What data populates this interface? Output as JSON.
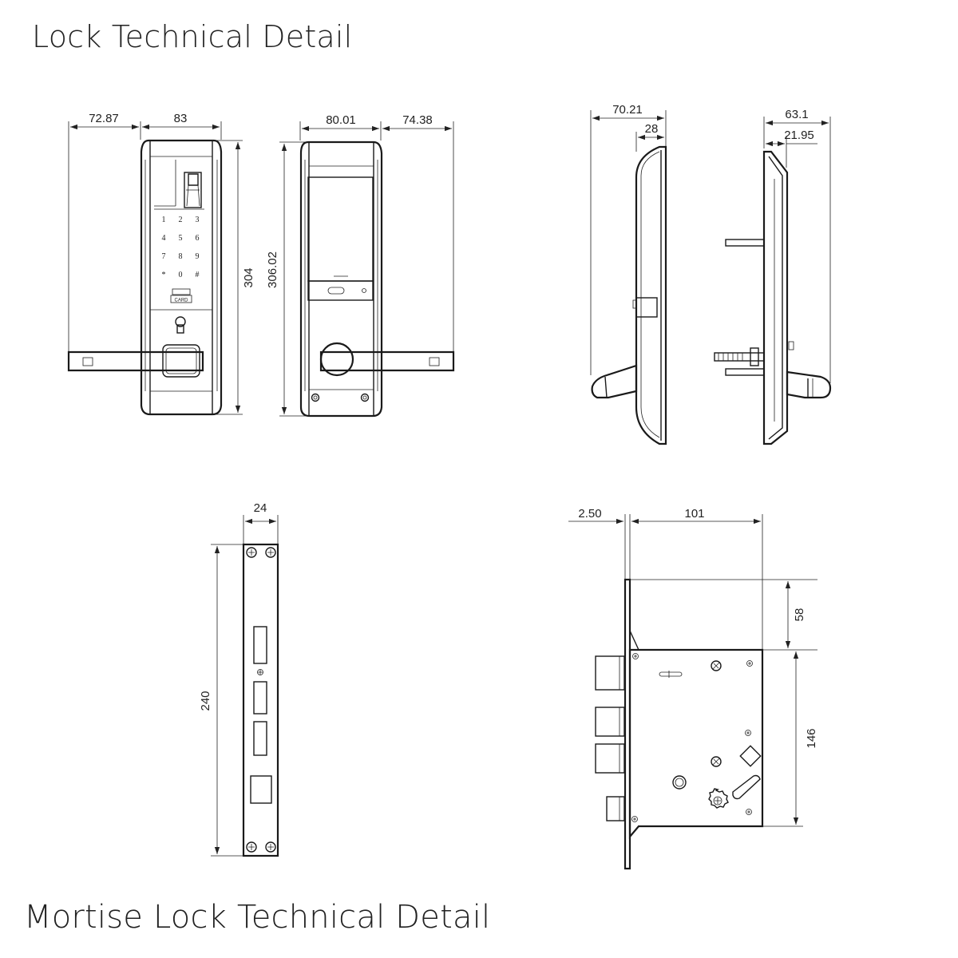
{
  "titles": {
    "lock": "Lock Technical Detail",
    "mortise": "Mortise Lock Technical Detail"
  },
  "keypad": {
    "keys": [
      "1",
      "2",
      "3",
      "4",
      "5",
      "6",
      "7",
      "8",
      "9",
      "*",
      "0",
      "#"
    ],
    "card_label": "CARD"
  },
  "dimensions": {
    "front_handle_offset": "72.87",
    "front_width": "83",
    "front_height": "304",
    "back_width": "80.01",
    "back_handle_offset": "74.38",
    "back_height": "306.02",
    "side_total_depth": "70.21",
    "side_body_depth": "28",
    "profile_total_depth": "63.1",
    "profile_plate_depth": "21.95",
    "faceplate_width": "24",
    "faceplate_height": "240",
    "mortise_plate_thickness": "2.50",
    "mortise_case_width": "101",
    "mortise_backset": "58",
    "mortise_case_height": "146"
  }
}
